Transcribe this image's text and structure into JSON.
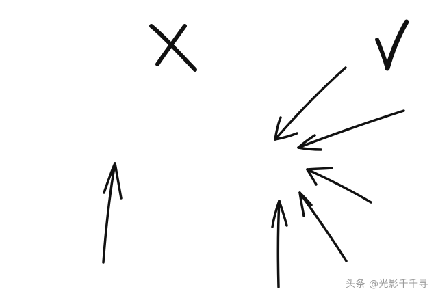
{
  "watermark": {
    "text": "头条 @光影千千寻"
  },
  "marks": {
    "wrong_mark": "cross",
    "right_mark": "check"
  },
  "colors": {
    "ink": "#111111",
    "background": "#ffffff",
    "watermark": "#9a9a9a"
  }
}
